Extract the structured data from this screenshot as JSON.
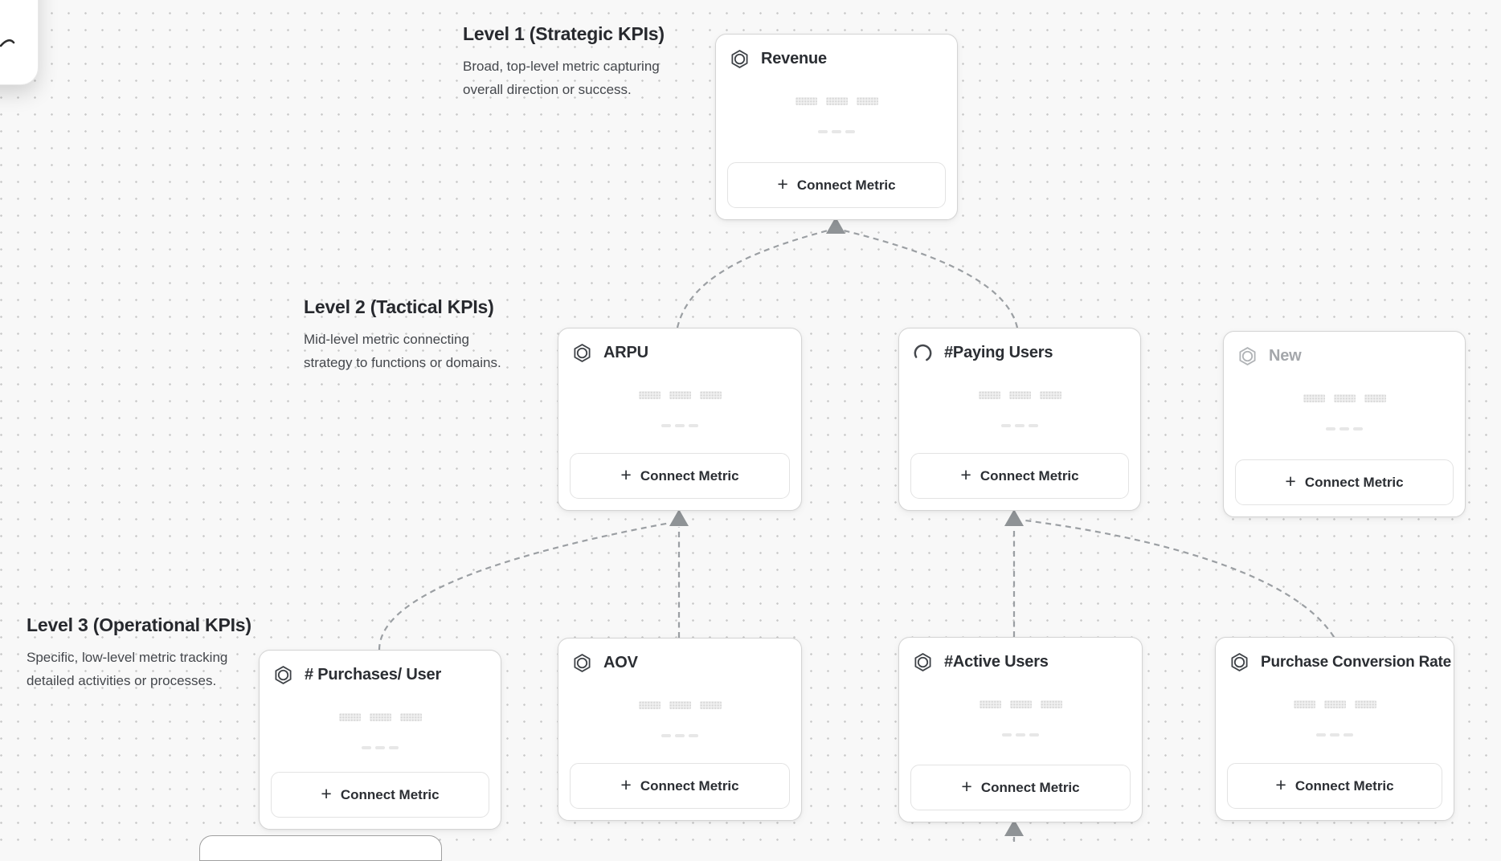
{
  "app": {
    "view": "metric-tree-canvas"
  },
  "levels": [
    {
      "title": "Level 1 (Strategic KPIs)",
      "description_lines": [
        "Broad, top-level metric capturing",
        "overall direction or success."
      ]
    },
    {
      "title": "Level 2 (Tactical KPIs)",
      "description_lines": [
        "Mid-level metric connecting",
        "strategy to functions or domains."
      ]
    },
    {
      "title": "Level 3 (Operational KPIs)",
      "description_lines": [
        "Specific, low-level metric tracking",
        "detailed activities or processes."
      ]
    }
  ],
  "cards": [
    {
      "title": "Revenue",
      "level": 1,
      "icon": "hexagon-metric-icon",
      "state": "default"
    },
    {
      "title": "ARPU",
      "level": 2,
      "icon": "hexagon-metric-icon",
      "state": "default"
    },
    {
      "title": "#Paying Users",
      "level": 2,
      "icon": "spinner-icon",
      "state": "loading"
    },
    {
      "title": "New",
      "level": 2,
      "icon": "hexagon-metric-icon",
      "state": "muted"
    },
    {
      "title": "# Purchases/ User",
      "level": 3,
      "icon": "hexagon-metric-icon",
      "state": "default"
    },
    {
      "title": "AOV",
      "level": 3,
      "icon": "hexagon-metric-icon",
      "state": "default"
    },
    {
      "title": "#Active Users",
      "level": 3,
      "icon": "hexagon-metric-icon",
      "state": "default"
    },
    {
      "title": "Purchase Conversion Rate",
      "level": 3,
      "icon": "hexagon-metric-icon",
      "state": "default"
    }
  ],
  "connect_button": {
    "plus": "+",
    "label": "Connect Metric"
  },
  "colors": {
    "background": "#f8f8f8",
    "grid_dot": "#c8c8c8",
    "card_border": "#d4d4d4",
    "connector_dash": "#9b9fa3",
    "arrowhead": "#8f9396",
    "title_text": "#2b2e33",
    "muted_text": "#a4a7ab",
    "skeleton": "#e7e7e7"
  }
}
